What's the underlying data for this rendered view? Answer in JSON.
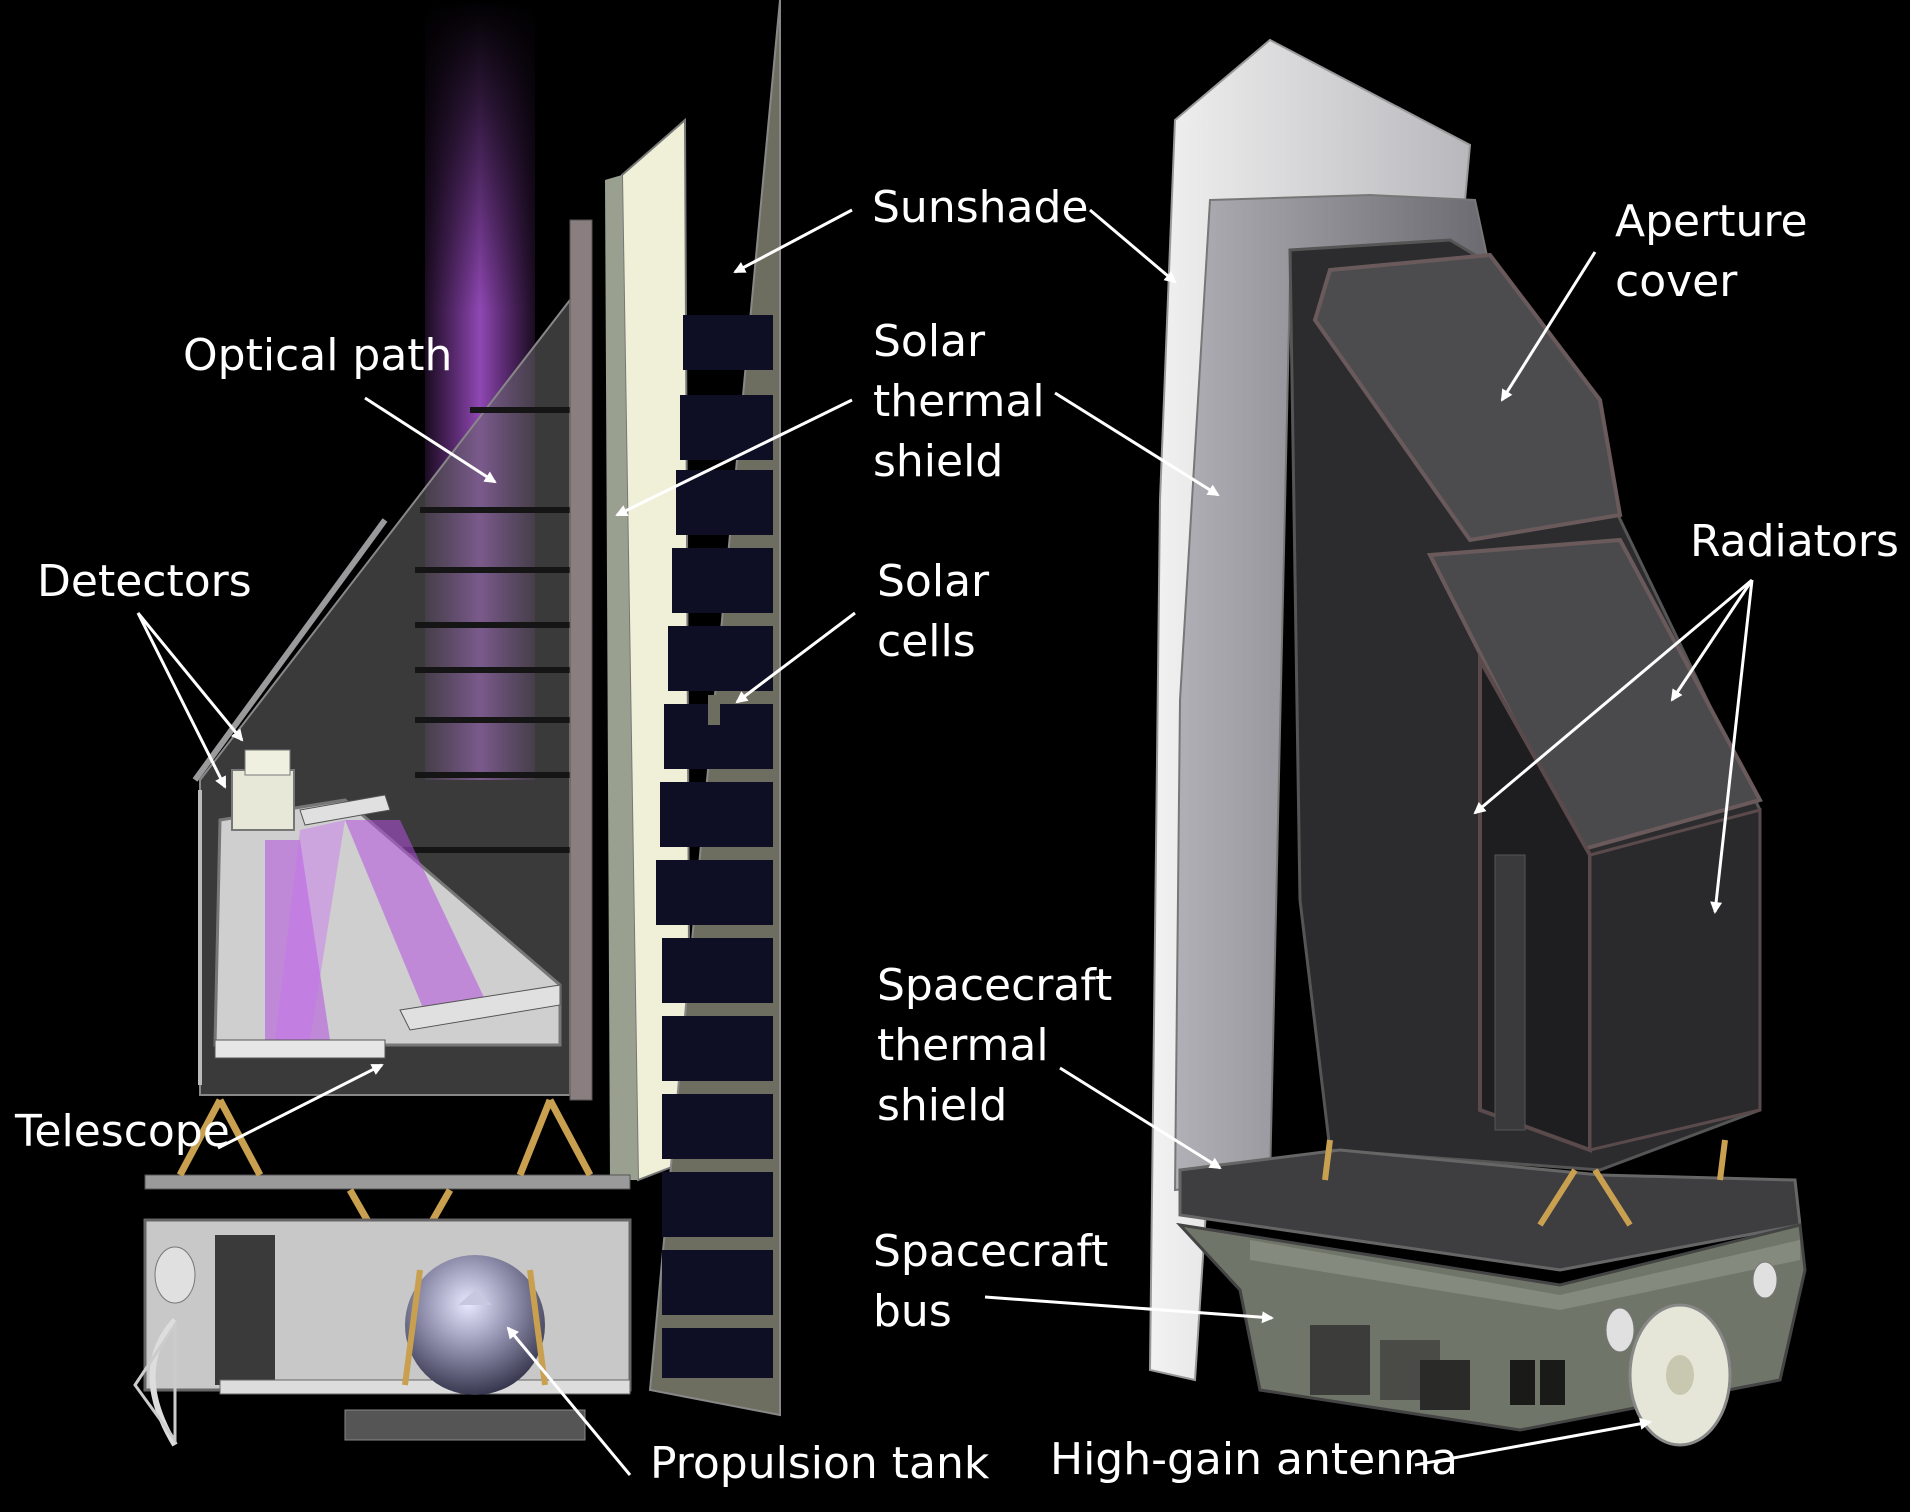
{
  "labels": {
    "sunshade": "Sunshade",
    "aperture_cover": [
      "Aperture",
      "cover"
    ],
    "optical_path": "Optical path",
    "solar_thermal_shield": [
      "Solar",
      "thermal",
      "shield"
    ],
    "radiators": "Radiators",
    "detectors": "Detectors",
    "solar_cells": [
      "Solar",
      "cells"
    ],
    "spacecraft_thermal_shield": [
      "Spacecraft",
      "thermal",
      "shield"
    ],
    "telescope": "Telescope",
    "spacecraft_bus": [
      "Spacecraft",
      "bus"
    ],
    "propulsion_tank": "Propulsion tank",
    "high_gain_antenna": "High-gain antenna"
  },
  "colors": {
    "background": "#000000",
    "label_text": "#ffffff",
    "arrow": "#ffffff",
    "optical_beam": "#b450e0",
    "sunshade_light": "#e8e8e8",
    "shield_gray": "#9a9a9a",
    "radiator_dark": "#2a2a2c",
    "radiator_face": "#4a4a4d",
    "solar_cell_dark": "#0e0e24",
    "strut_gold": "#c8a050"
  }
}
